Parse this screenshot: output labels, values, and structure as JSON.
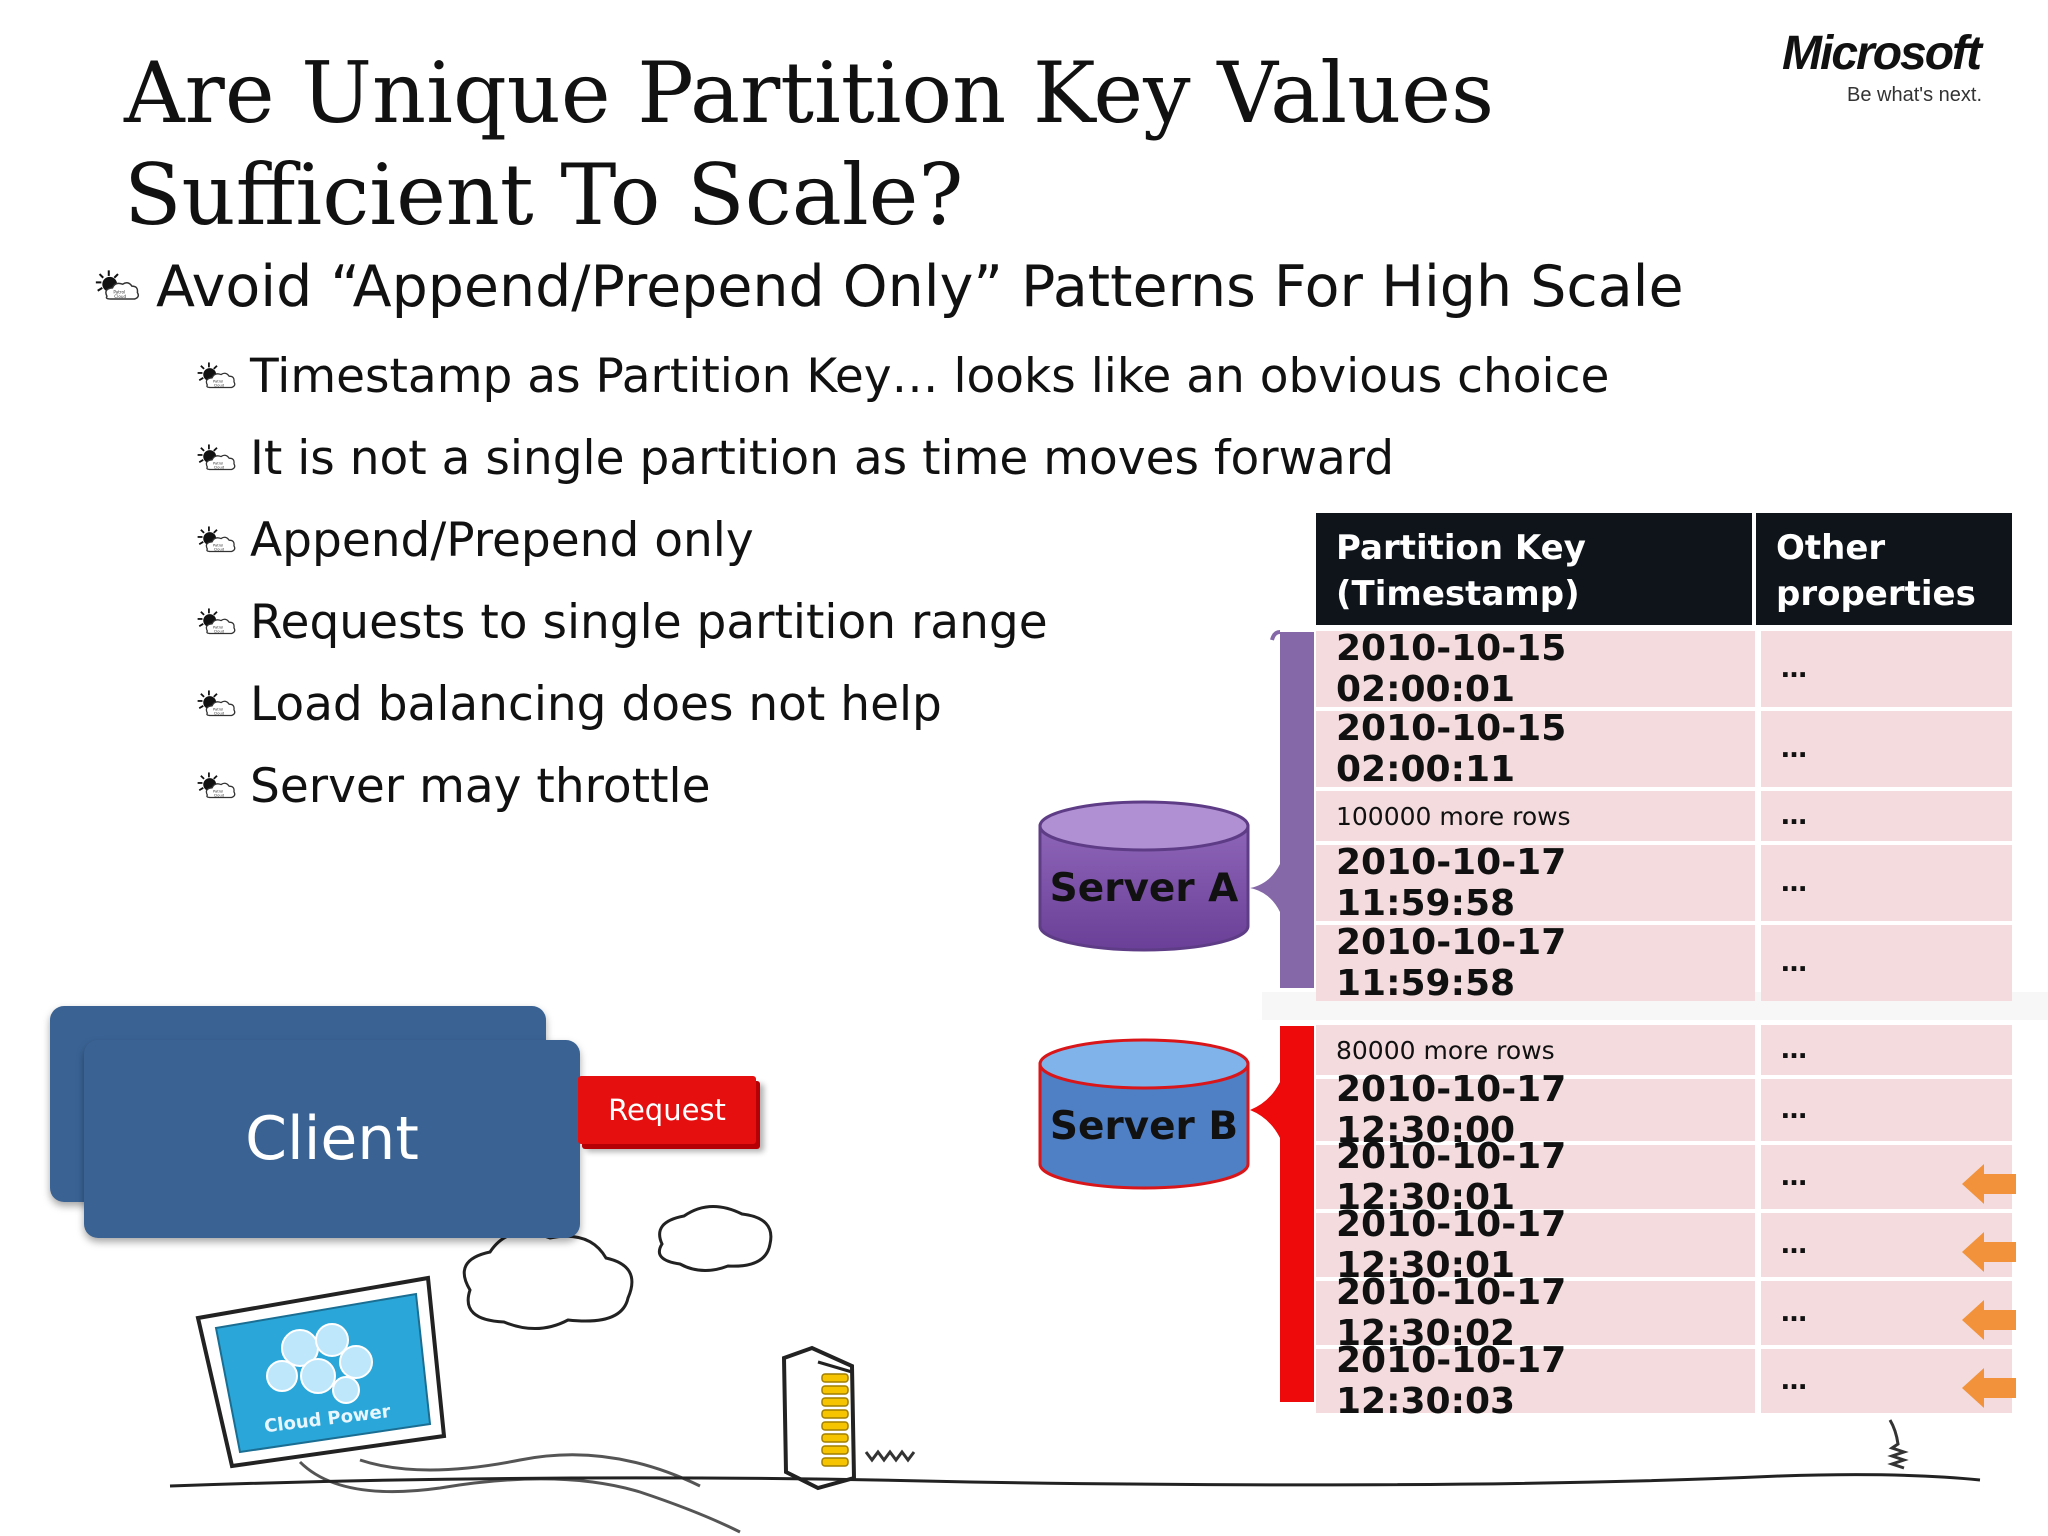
{
  "slide": {
    "title": "Are Unique Partition Key Values Sufficient To Scale?",
    "logo": {
      "word": "Microsoft",
      "tagline": "Be what's next."
    },
    "main_bullet": "Avoid “Append/Prepend Only” Patterns For High Scale",
    "sub_bullets": [
      "Timestamp as Partition Key…  looks like an obvious choice",
      "It is not a single partition as time moves forward",
      "Append/Prepend only",
      "Requests to single partition range",
      "Load balancing does not help",
      "Server may throttle"
    ]
  },
  "table": {
    "header": [
      "Partition Key (Timestamp)",
      "Other properties"
    ],
    "rows": [
      {
        "key": "2010-10-15 02:00:01",
        "other": "…"
      },
      {
        "key": "2010-10-15 02:00:11",
        "other": "…"
      },
      {
        "key": "100000 more rows",
        "other": "…"
      },
      {
        "key": "2010-10-17 11:59:58",
        "other": "…"
      },
      {
        "key": "2010-10-17 11:59:58",
        "other": "…"
      },
      {
        "key": "80000 more rows",
        "other": "…"
      },
      {
        "key": "2010-10-17 12:30:00",
        "other": "…"
      },
      {
        "key": "2010-10-17 12:30:01",
        "other": "…"
      },
      {
        "key": "2010-10-17 12:30:01",
        "other": "…"
      },
      {
        "key": "2010-10-17 12:30:02",
        "other": "…"
      },
      {
        "key": "2010-10-17 12:30:03",
        "other": "…"
      }
    ]
  },
  "servers": {
    "a": "Server A",
    "b": "Server B"
  },
  "client": {
    "label": "Client",
    "request": "Request"
  },
  "clip_art": {
    "monitor_text": "Cloud Power"
  },
  "colors": {
    "server_a": "#7b52a4",
    "server_b": "#4f7fc4",
    "bracket_a": "#7f63a3",
    "bracket_b": "#ee0a0a",
    "client": "#3a6394",
    "request": "#e60f10",
    "row_bg": "#f4dcde",
    "header_bg": "#0f141b",
    "arrow": "#f2923b"
  }
}
